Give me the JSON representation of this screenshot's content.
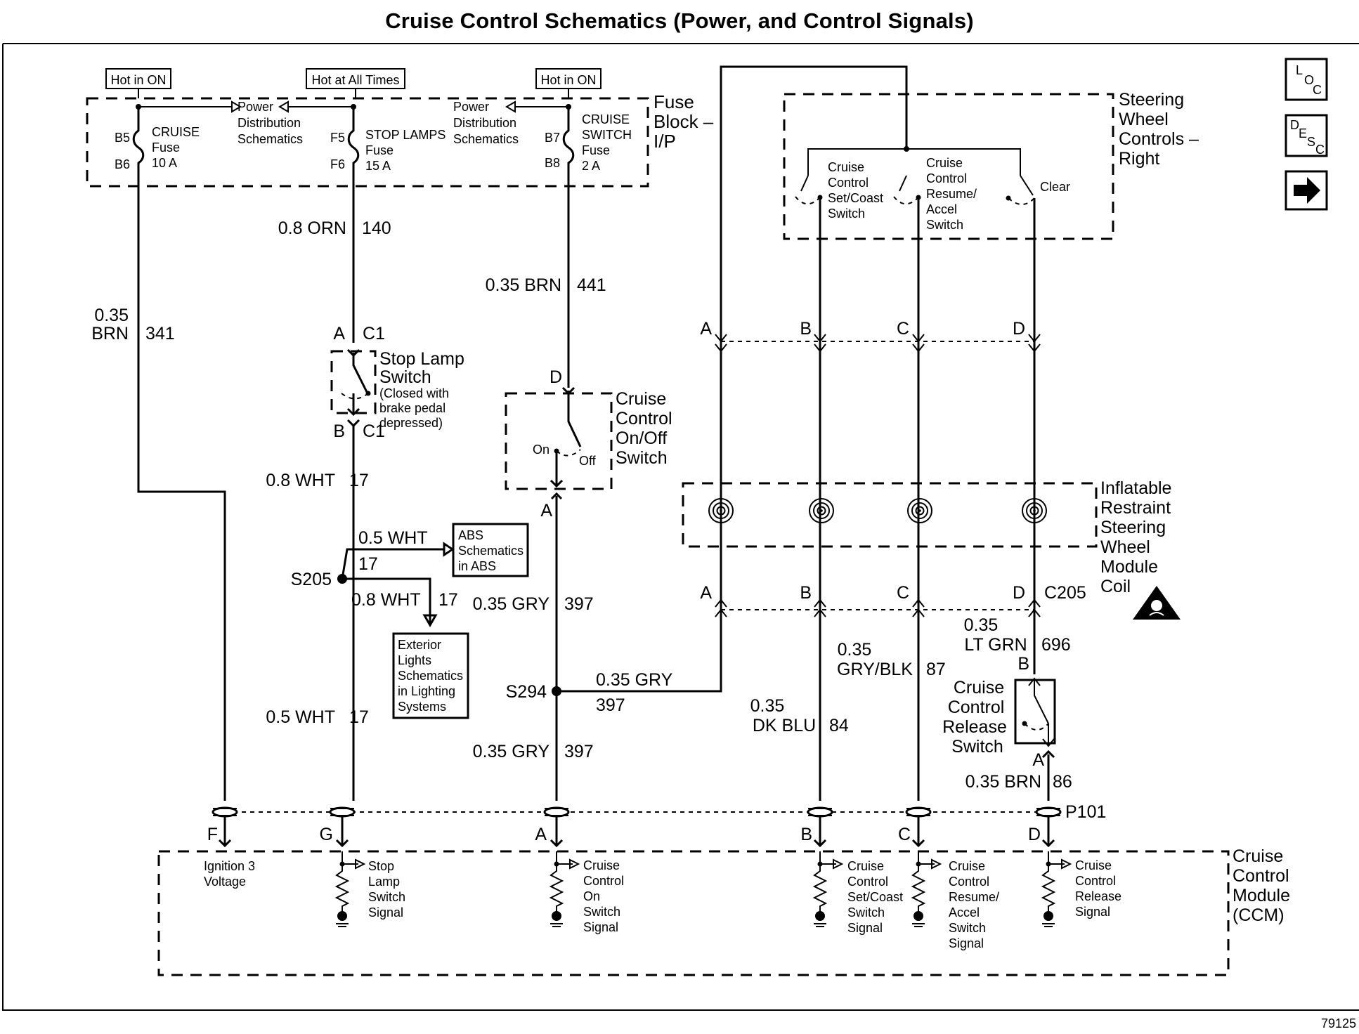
{
  "title": "Cruise Control Schematics (Power, and Control Signals)",
  "diagram_id": "79125",
  "nav": {
    "loc": [
      "L",
      "O",
      "C"
    ],
    "desc": [
      "D",
      "E",
      "S",
      "C"
    ],
    "next_icon": "right-arrow-icon"
  },
  "power_tags": [
    "Hot in ON",
    "Hot at All Times",
    "Hot in ON"
  ],
  "fuse_block": {
    "label_lines": [
      "Fuse",
      "Block –",
      "I/P"
    ],
    "power_dist": [
      "Power",
      "Distribution",
      "Schematics"
    ],
    "fuses": [
      {
        "in": "B5",
        "out": "B6",
        "name_lines": [
          "CRUISE",
          "Fuse",
          "10 A"
        ]
      },
      {
        "in": "F5",
        "out": "F6",
        "name_lines": [
          "STOP LAMPS",
          "Fuse",
          "15 A"
        ]
      },
      {
        "in": "B7",
        "out": "B8",
        "name_lines": [
          "CRUISE",
          "SWITCH",
          "Fuse",
          "2 A"
        ]
      }
    ]
  },
  "wires": {
    "w341_lines": [
      "0.35",
      "BRN"
    ],
    "w341_num": "341",
    "w140": "0.8 ORN",
    "w140_num": "140",
    "w441": "0.35 BRN",
    "w441_num": "441",
    "w17a": "0.8 WHT",
    "w17a_num": "17",
    "w17b": "0.5 WHT",
    "w17b_num": "17",
    "w17c": "0.8 WHT",
    "w17c_num": "17",
    "w17d": "0.5 WHT",
    "w17d_num": "17",
    "w397a": "0.35 GRY",
    "w397a_num": "397",
    "w397b": "0.35  GRY",
    "w397b_num": "397",
    "w397c": "0.35 GRY",
    "w397c_num": "397",
    "w84_lines": [
      "0.35",
      "DK BLU"
    ],
    "w84_num": "84",
    "w87_lines": [
      "0.35",
      "GRY/BLK"
    ],
    "w87_num": "87",
    "w696_lines": [
      "0.35",
      "LT GRN"
    ],
    "w696_num": "696",
    "w86": "0.35 BRN",
    "w86_num": "86"
  },
  "splices": {
    "s205": "S205",
    "s294": "S294"
  },
  "stop_lamp_switch": {
    "title_lines": [
      "Stop Lamp",
      "Switch"
    ],
    "note_lines": [
      "(Closed with",
      "brake pedal",
      "depressed)"
    ],
    "pin_top": "A",
    "conn_top": "C1",
    "pin_bottom": "B",
    "conn_bottom": "C1"
  },
  "abs_ref": [
    "ABS",
    "Schematics",
    "in ABS"
  ],
  "ext_ref": [
    "Exterior",
    "Lights",
    "Schematics",
    "in Lighting",
    "Systems"
  ],
  "onoff_switch": {
    "title_lines": [
      "Cruise",
      "Control",
      "On/Off",
      "Switch"
    ],
    "on": "On",
    "off": "Off",
    "pin_top": "D",
    "pin_bottom": "A"
  },
  "steering_controls": {
    "label_lines": [
      "Steering",
      "Wheel",
      "Controls –",
      "Right"
    ],
    "set_coast": [
      "Cruise",
      "Control",
      "Set/Coast",
      "Switch"
    ],
    "resume": [
      "Cruise",
      "Control",
      "Resume/",
      "Accel",
      "Switch"
    ],
    "clear": "Clear"
  },
  "coil": {
    "label_lines": [
      "Inflatable",
      "Restraint",
      "Steering",
      "Wheel",
      "Module",
      "Coil"
    ],
    "conn": "C205"
  },
  "coil_pins_top": [
    "A",
    "B",
    "C",
    "D"
  ],
  "coil_pins_bottom": [
    "A",
    "B",
    "C",
    "D"
  ],
  "release_switch": {
    "title_lines": [
      "Cruise",
      "Control",
      "Release",
      "Switch"
    ],
    "pin_top": "B",
    "pin_bottom": "A"
  },
  "p101": {
    "name": "P101",
    "pins": [
      "F",
      "G",
      "A",
      "B",
      "C",
      "D"
    ]
  },
  "ccm": {
    "label_lines": [
      "Cruise",
      "Control",
      "Module",
      "(CCM)"
    ],
    "ign": [
      "Ignition 3",
      "Voltage"
    ],
    "stop": [
      "Stop",
      "Lamp",
      "Switch",
      "Signal"
    ],
    "on": [
      "Cruise",
      "Control",
      "On",
      "Switch",
      "Signal"
    ],
    "set": [
      "Cruise",
      "Control",
      "Set/Coast",
      "Switch",
      "Signal"
    ],
    "resume": [
      "Cruise",
      "Control",
      "Resume/",
      "Accel",
      "Switch",
      "Signal"
    ],
    "release": [
      "Cruise",
      "Control",
      "Release",
      "Signal"
    ]
  }
}
